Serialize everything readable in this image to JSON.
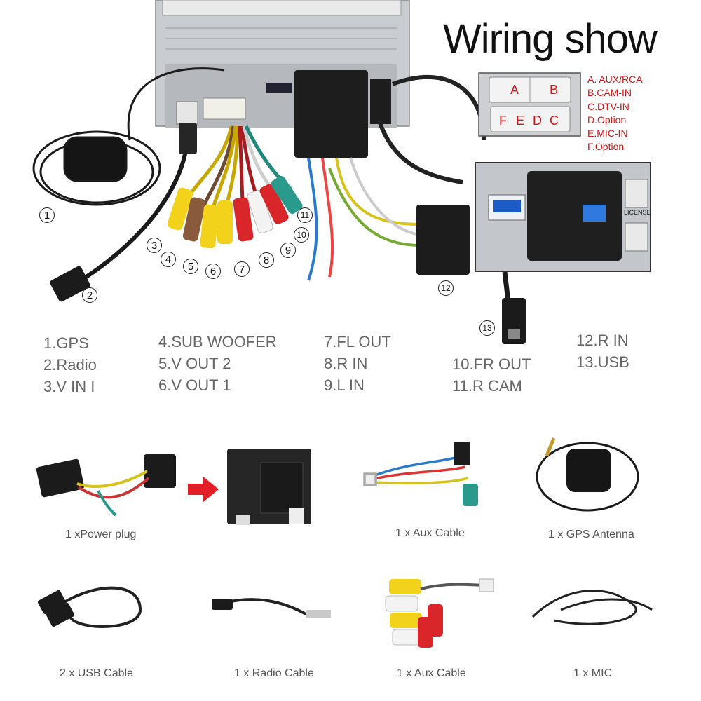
{
  "title": "Wiring show",
  "pin_legend": [
    "A. AUX/RCA",
    "B.CAM-IN",
    "C.DTV-IN",
    "D.Option",
    "E.MIC-IN",
    "F.Option"
  ],
  "pin_letters": [
    "A",
    "B",
    "F",
    "E",
    "D",
    "C"
  ],
  "badge_text": "LICENSE",
  "callouts": [
    "1",
    "2",
    "3",
    "4",
    "5",
    "6",
    "7",
    "8",
    "9",
    "10",
    "11",
    "12",
    "13"
  ],
  "legend_columns": [
    [
      "1.GPS",
      "2.Radio",
      "3.V IN I"
    ],
    [
      "4.SUB WOOFER",
      "5.V OUT 2",
      "6.V OUT 1"
    ],
    [
      "7.FL OUT",
      "8.R IN",
      "9.L IN"
    ],
    [
      "10.FR OUT",
      "11.R CAM"
    ],
    [
      "12.R IN",
      "13.USB"
    ]
  ],
  "accessories": [
    "1 xPower plug",
    "1 x Aux Cable",
    "1 x GPS Antenna",
    "2 x USB Cable",
    "1 x Radio Cable",
    "1 x Aux Cable",
    "1 x MIC"
  ],
  "colors": {
    "rca_yellow": "#f2d21a",
    "rca_red": "#d9262b",
    "rca_white": "#f3f3f3",
    "rca_brown": "#8a5a3c",
    "rca_teal": "#2a9a8c",
    "arrow_red": "#e21e26",
    "legend_red": "#d11111"
  }
}
